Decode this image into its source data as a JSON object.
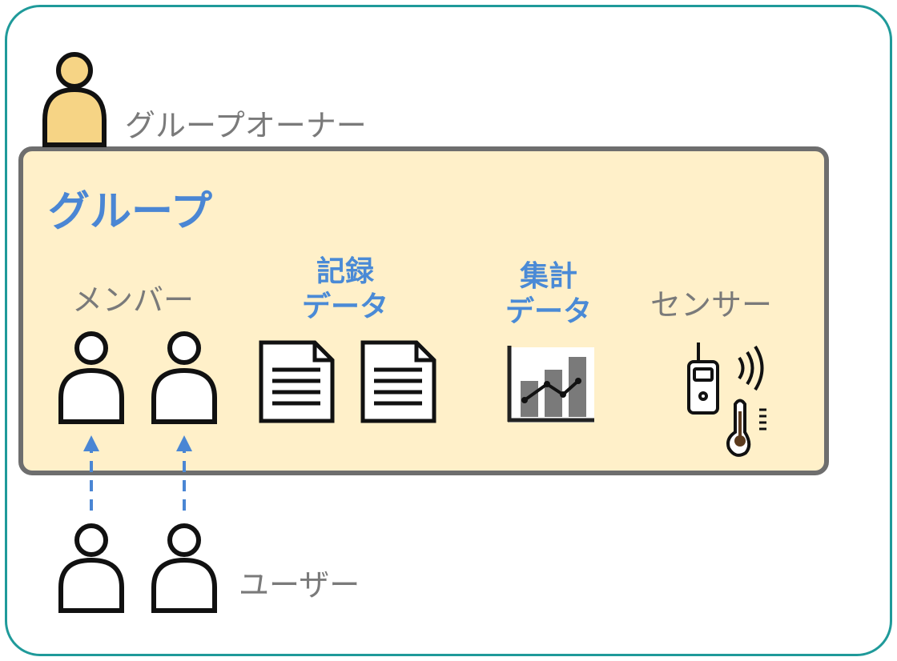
{
  "labels": {
    "group_owner": "グループオーナー",
    "group": "グループ",
    "members": "メンバー",
    "recorded_data_line1": "記録",
    "recorded_data_line2": "データ",
    "aggregated_data_line1": "集計",
    "aggregated_data_line2": "データ",
    "sensor": "センサー",
    "users": "ユーザー"
  },
  "colors": {
    "frame": "#1f9a9a",
    "group_fill": "#fff0c9",
    "group_border": "#6e6e6e",
    "owner_fill": "#f6d485",
    "accent_blue": "#4a86d4",
    "label_gray": "#7a7a7a"
  },
  "icons": {
    "owner": "person-icon",
    "member": "person-icon",
    "document": "document-icon",
    "chart": "line-chart-icon",
    "sensor": "sensor-thermometer-icon",
    "arrow": "dashed-arrow-up"
  }
}
